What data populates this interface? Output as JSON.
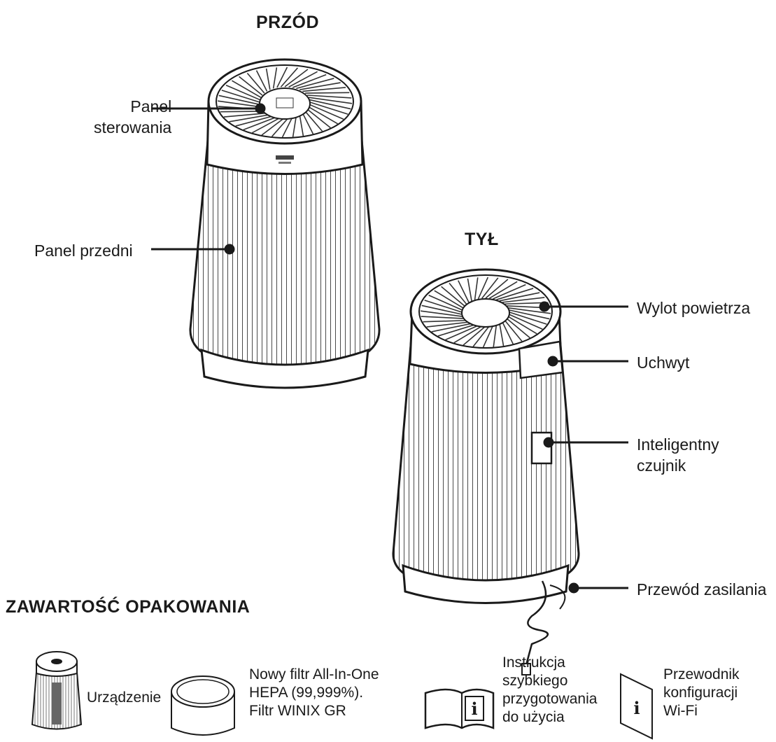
{
  "front": {
    "title": "PRZÓD",
    "labels": {
      "control_panel": "Panel\nsterowania",
      "front_panel": "Panel przedni"
    }
  },
  "back": {
    "title": "TYŁ",
    "labels": {
      "air_outlet": "Wylot powietrza",
      "handle": "Uchwyt",
      "smart_sensor": "Inteligentny\nczujnik",
      "power_cord": "Przewód zasilania"
    }
  },
  "package": {
    "title": "ZAWARTOŚĆ OPAKOWANIA",
    "items": [
      {
        "label": "Urządzenie",
        "icon": "purifier-icon"
      },
      {
        "label": "Nowy filtr All-In-One\nHEPA (99,999%).\nFiltr WINIX GR",
        "icon": "filter-icon"
      },
      {
        "label": "Instrukcja\nszybkiego\nprzygotowania\ndo użycia",
        "icon": "book-info-icon"
      },
      {
        "label": "Przewodnik\nkonfiguracji\nWi-Fi",
        "icon": "wifi-guide-icon"
      }
    ]
  },
  "colors": {
    "line": "#1a1a1a",
    "body": "#ffffff",
    "accent": "#555555"
  }
}
